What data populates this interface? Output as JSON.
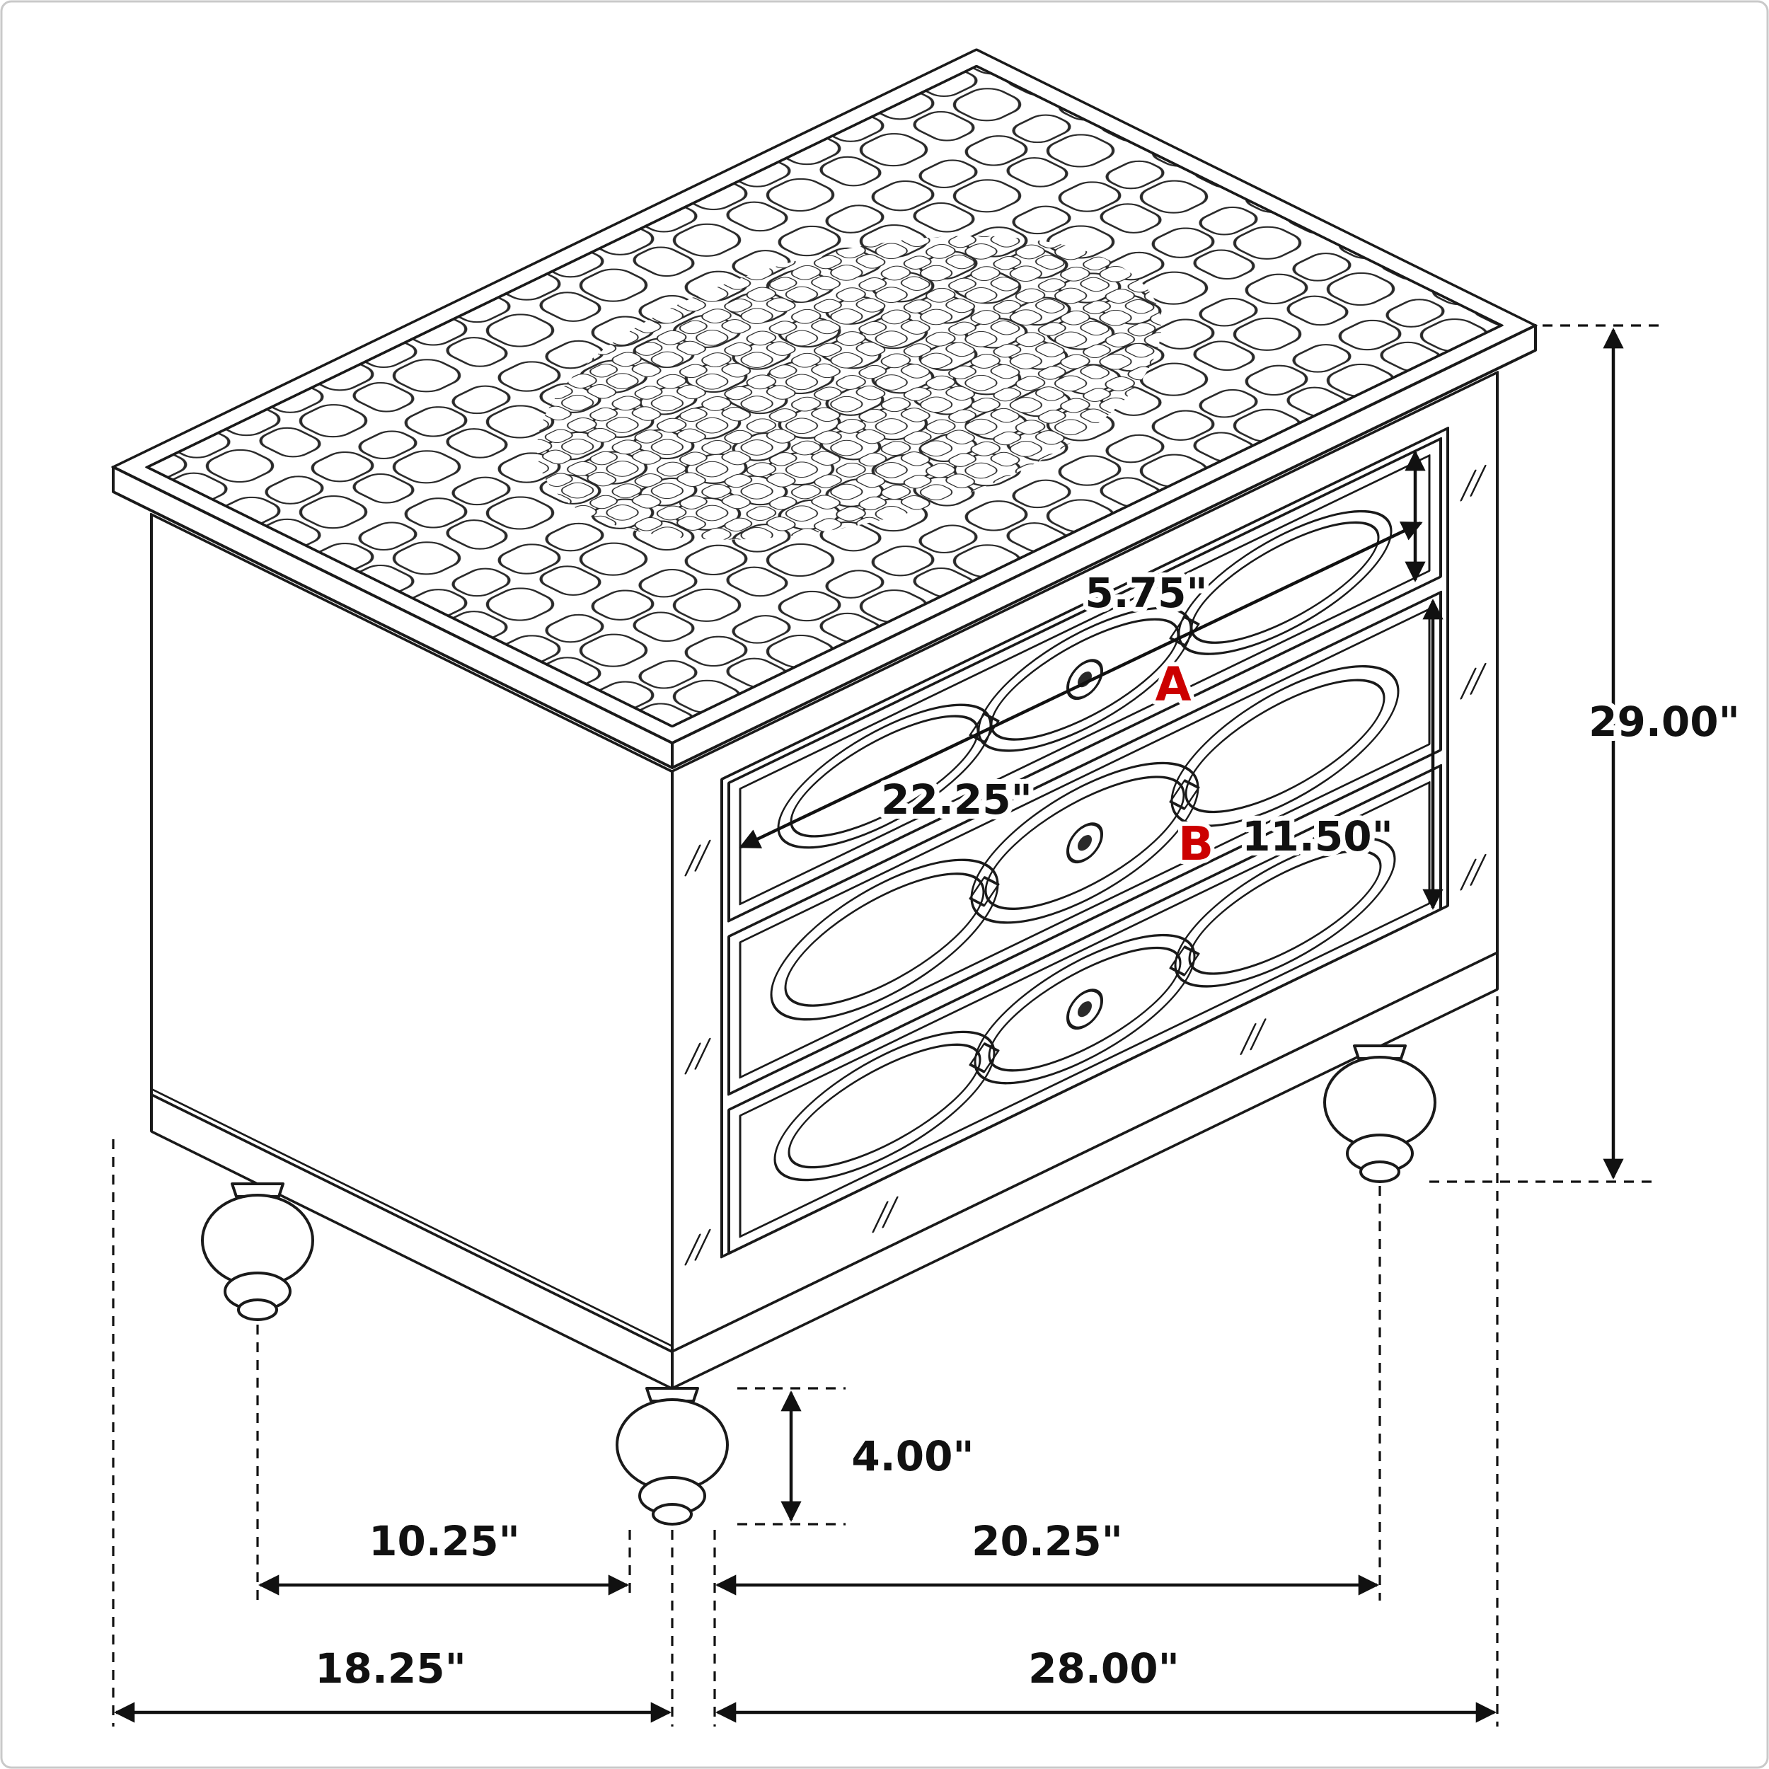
{
  "diagram": {
    "part_labels": {
      "a": "A",
      "b": "B"
    },
    "dimensions": {
      "top_drawer_height": "5.75\"",
      "overall_height": "29.00\"",
      "drawer_width": "22.25\"",
      "lower_drawers_height": "11.50\"",
      "foot_height": "4.00\"",
      "foot_spacing_side": "10.25\"",
      "foot_spacing_front": "20.25\"",
      "overall_depth": "18.25\"",
      "overall_width": "28.00\""
    },
    "colors": {
      "line": "#1a1a1a",
      "accent": "#cc0000",
      "background": "#ffffff"
    }
  }
}
